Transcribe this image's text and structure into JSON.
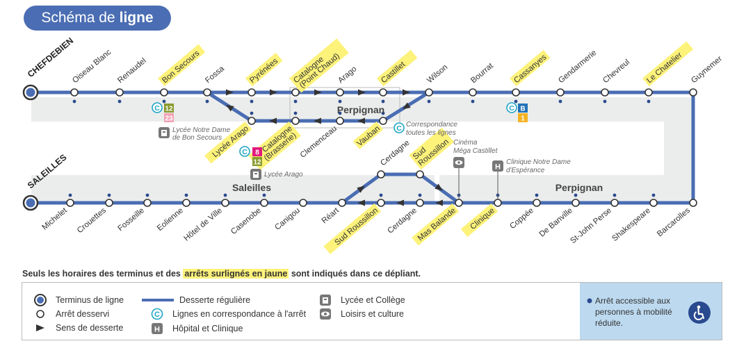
{
  "title": {
    "prefix": "Schéma de",
    "bold": "ligne"
  },
  "terminus": {
    "top": "CHEFDEBIEN",
    "bottom": "SALEILLES"
  },
  "top_stops": [
    {
      "name": "Oiseau Blanc",
      "highlight": false
    },
    {
      "name": "Renaudel",
      "highlight": false
    },
    {
      "name": "Bon Secours",
      "highlight": true
    },
    {
      "name": "Fossa",
      "highlight": false
    },
    {
      "name": "Pyrénées",
      "highlight": true
    },
    {
      "name": "Catalogne",
      "sub": "(Point Chaud)",
      "highlight": true
    },
    {
      "name": "Arago",
      "highlight": false
    },
    {
      "name": "Castillet",
      "highlight": true
    },
    {
      "name": "Wilson",
      "highlight": false
    },
    {
      "name": "Bourrat",
      "highlight": false
    },
    {
      "name": "Cassanyes",
      "highlight": true
    },
    {
      "name": "Gendarmerie",
      "highlight": false
    },
    {
      "name": "Chevreul",
      "highlight": false
    },
    {
      "name": "Le Chatelier",
      "highlight": true
    },
    {
      "name": "Guynemer",
      "highlight": false
    }
  ],
  "loop_stops": [
    {
      "name": "Lycée Arago",
      "highlight": true
    },
    {
      "name": "Catalogne",
      "sub": "(Brasserie)",
      "highlight": true
    },
    {
      "name": "Clemenceau",
      "highlight": false
    },
    {
      "name": "Vauban",
      "highlight": true
    }
  ],
  "bottom_stops": [
    {
      "name": "Michelet",
      "highlight": false
    },
    {
      "name": "Crouettes",
      "highlight": false
    },
    {
      "name": "Fosseille",
      "highlight": false
    },
    {
      "name": "Eolienne",
      "highlight": false
    },
    {
      "name": "Hôtel de Ville",
      "highlight": false
    },
    {
      "name": "Casenobe",
      "highlight": false
    },
    {
      "name": "Canigou",
      "highlight": false
    },
    {
      "name": "Réart",
      "highlight": false
    },
    {
      "name": "Sud Roussillon",
      "highlight": true
    },
    {
      "name": "Cerdagne",
      "highlight": false
    },
    {
      "name": "Mas Balande",
      "highlight": true
    },
    {
      "name": "Clinique",
      "highlight": true
    },
    {
      "name": "Coppée",
      "highlight": false
    },
    {
      "name": "De Banville",
      "highlight": false
    },
    {
      "name": "St-John Perse",
      "highlight": false
    },
    {
      "name": "Shakespeare",
      "highlight": false
    },
    {
      "name": "Barcarolles",
      "highlight": false
    }
  ],
  "upper_branch": {
    "cerdagne": {
      "name": "Cerdagne",
      "highlight": false
    },
    "sud_roussillon": {
      "name": "Sud",
      "name2": "Roussillon",
      "highlight": true
    }
  },
  "districts": {
    "perpignan_center": "Perpignan",
    "saleilles": "Saleilles",
    "perpignan_right": "Perpignan"
  },
  "connections": {
    "bon_secours": {
      "lines": [
        "12",
        "23"
      ],
      "colors": [
        "#8a9a2e",
        "#f2a3b6"
      ]
    },
    "cassanyes": {
      "lines": [
        "B",
        "1"
      ],
      "colors": [
        "#2272b8",
        "#f5b223"
      ]
    },
    "lycee_arago": {
      "lines": [
        "8",
        "12"
      ],
      "colors": [
        "#e2187c",
        "#8a9a2e"
      ]
    },
    "vauban_note": "Correspondance",
    "vauban_note2": "toutes les lignes"
  },
  "pois": {
    "lycee_nd": {
      "l1": "Lycée Notre Dame",
      "l2": "de Bon Secours"
    },
    "lycee_arago": "Lycée Arago",
    "cinema": {
      "l1": "Cinéma",
      "l2": "Méga Castillet"
    },
    "clinique": {
      "l1": "Clinique Notre Dame",
      "l2": "d'Espérance"
    }
  },
  "footnote": {
    "before": "Seuls les horaires des terminus et des",
    "highlight": "arrêts surlignés en jaune",
    "after": "sont indiqués dans ce dépliant."
  },
  "legend": {
    "terminus": "Terminus de ligne",
    "stop": "Arrêt desservi",
    "direction": "Sens de desserte",
    "regular": "Desserte régulière",
    "connection": "Lignes en correspondance à l'arrêt",
    "hospital": "Hôpital et Clinique",
    "school": "Lycée et Collège",
    "leisure": "Loisirs et culture",
    "accessible": "Arrêt accessible aux personnes à mobilité réduite."
  },
  "colors": {
    "line": "#4a6db3",
    "highlight": "#fdf27a",
    "band": "#ebedec",
    "access_bg": "#bcd9ef"
  }
}
